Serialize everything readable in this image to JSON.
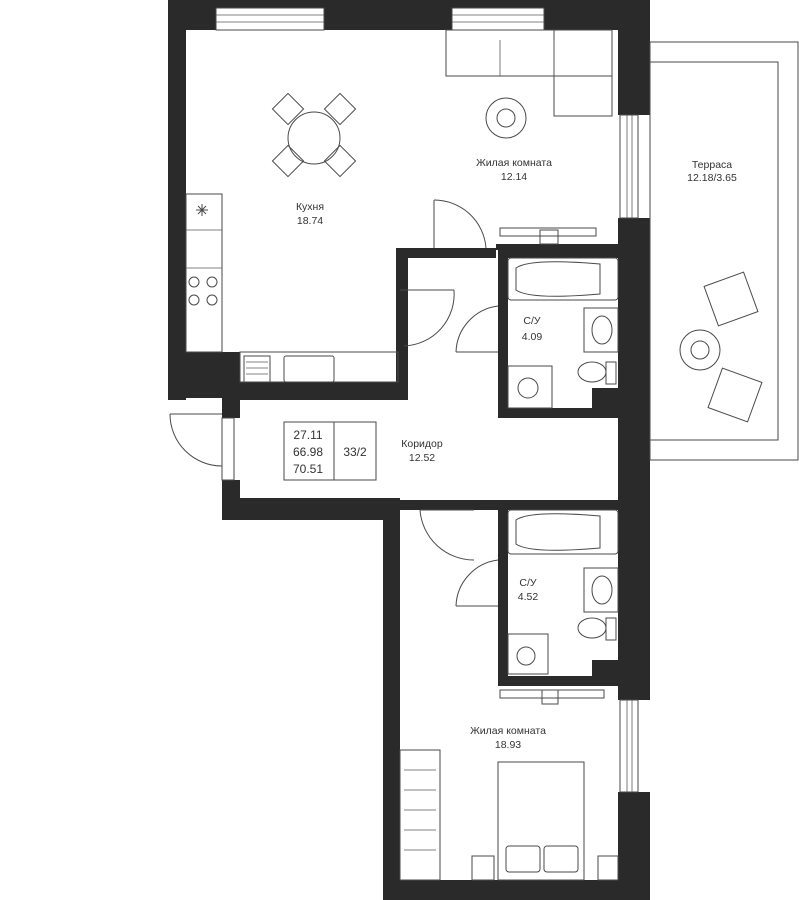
{
  "rooms": {
    "kitchen": {
      "name": "Кухня",
      "area": "18.74"
    },
    "living1": {
      "name": "Жилая комната",
      "area": "12.14"
    },
    "terrace": {
      "name": "Терраса",
      "area": "12.18/3.65"
    },
    "bath1": {
      "name": "С/У",
      "area": "4.09"
    },
    "corridor": {
      "name": "Коридор",
      "area": "12.52"
    },
    "bath2": {
      "name": "С/У",
      "area": "4.52"
    },
    "living2": {
      "name": "Жилая комната",
      "area": "18.93"
    }
  },
  "summary": {
    "area1": "27.11",
    "area2": "66.98",
    "area3": "70.51",
    "apartment": "33/2"
  },
  "colors": {
    "wall": "#2a2a2a",
    "line": "#4a4a4a",
    "background": "#ffffff"
  }
}
